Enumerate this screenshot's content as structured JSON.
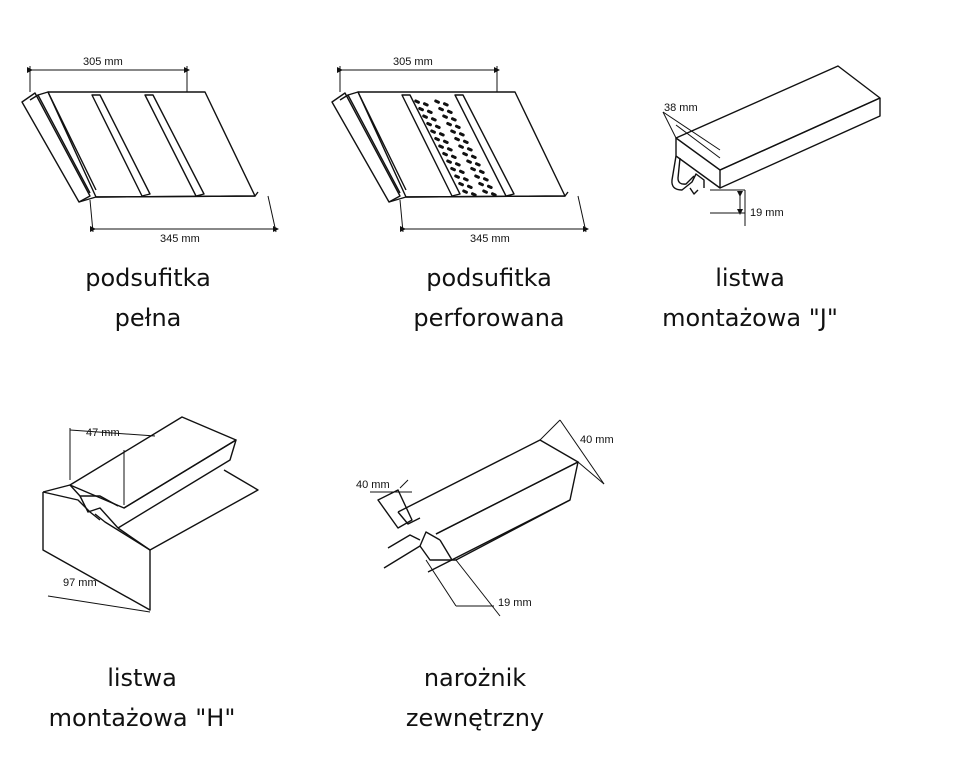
{
  "products": [
    {
      "id": "podsufitka-pelna",
      "caption": [
        "podsufitka",
        "pełna"
      ],
      "dimensions": [
        "305 mm",
        "345 mm"
      ]
    },
    {
      "id": "podsufitka-perforowana",
      "caption": [
        "podsufitka",
        "perforowana"
      ],
      "dimensions": [
        "305 mm",
        "345 mm"
      ]
    },
    {
      "id": "listwa-j",
      "caption": [
        "listwa",
        "montażowa \"J\""
      ],
      "dimensions": [
        "38 mm",
        "19 mm"
      ]
    },
    {
      "id": "listwa-h",
      "caption": [
        "listwa",
        "montażowa \"H\""
      ],
      "dimensions": [
        "47 mm",
        "97 mm"
      ]
    },
    {
      "id": "naroznik-zewnetrzny",
      "caption": [
        "narożnik",
        "zewnętrzny"
      ],
      "dimensions": [
        "40 mm",
        "40 mm",
        "19 mm"
      ]
    }
  ]
}
